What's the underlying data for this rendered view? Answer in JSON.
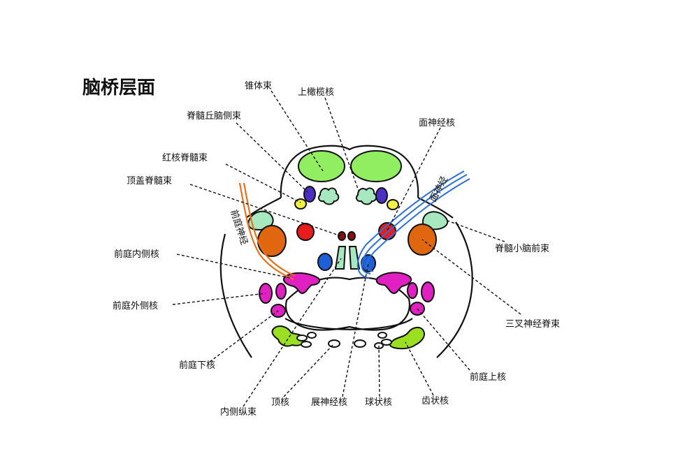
{
  "title": "脑桥层面",
  "labels": {
    "pyramidal": "锥体束",
    "superior_olive": "上橄榄核",
    "spinothalamic": "脊髓丘脑侧束",
    "rubrospinal": "红核脊髓束",
    "tectospinal": "顶盖脊髓束",
    "facial_nucleus": "面神经核",
    "facial_nerve": "面神经",
    "vestibular_nerve": "前庭神经",
    "medial_vestibular": "前庭内侧核",
    "lateral_vestibular": "前庭外侧核",
    "inferior_vestibular": "前庭下核",
    "mlf": "内侧纵束",
    "fastigial": "顶核",
    "abducens": "展神经核",
    "globose": "球状核",
    "dentate": "齿状核",
    "superior_vestibular": "前庭上核",
    "trigeminal_spinal": "三叉神经脊束",
    "ventral_spinocerebellar": "脊髓小脑前束"
  },
  "colors": {
    "green_light": "#90ee60",
    "yellow": "#f0f040",
    "blue": "#1f5fd6",
    "purple": "#4a2fc0",
    "red": "#e81c1c",
    "orange": "#e0660f",
    "dark_red": "#8b1010",
    "magenta": "#e020c0",
    "lime": "#9be020",
    "mint": "#a8e8c0",
    "nerve_orange": "#e8701a",
    "nerve_blue": "#2a70d8"
  }
}
